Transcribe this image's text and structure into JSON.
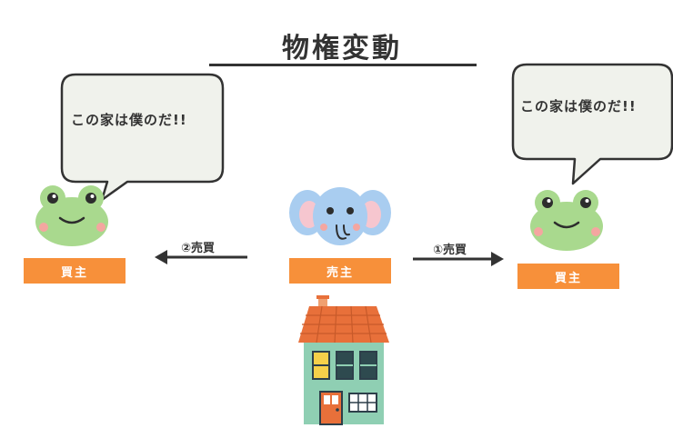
{
  "title": "物権変動",
  "left_bubble": {
    "text": "この家は僕のだ!!"
  },
  "right_bubble": {
    "text": "この家は僕のだ!!"
  },
  "left_label": "買主",
  "center_label": "売主",
  "right_label": "買主",
  "left_arrow_label": "②売買",
  "right_arrow_label": "①売買",
  "colors": {
    "label_bg": "#f7903a",
    "frog_green": "#a9d98e",
    "elephant_blue": "#a9cdf0",
    "house_wall": "#8fcfb3",
    "roof": "#e8703a",
    "bubble_fill": "#f0f2ec"
  },
  "icons": [
    "frog-icon",
    "elephant-icon",
    "house-icon"
  ]
}
